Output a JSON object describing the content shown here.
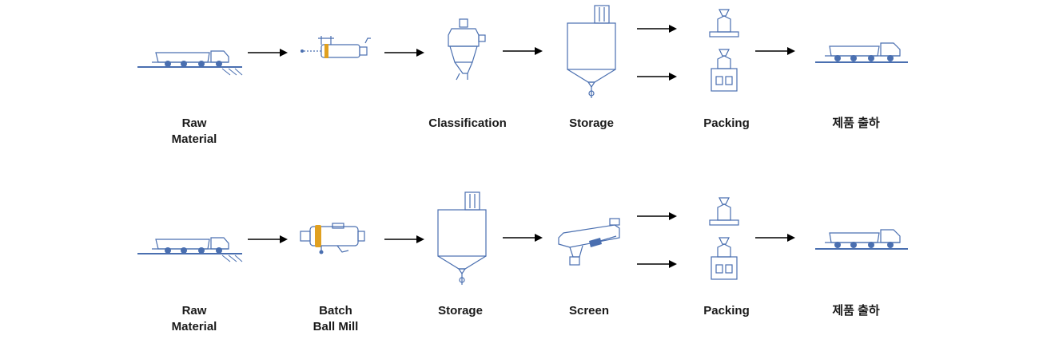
{
  "colors": {
    "equipment": "#4a6fb0",
    "arrow": "#000000",
    "text": "#1a1a1a",
    "accent": "#e0a020"
  },
  "rows": [
    {
      "labels": {
        "truck_in": "Raw\nMaterial",
        "mill": "",
        "classifier": "Classification",
        "storage": "Storage",
        "packing": "Packing",
        "truck_out": "제품 출하"
      }
    },
    {
      "labels": {
        "truck_in": "Raw\nMaterial",
        "mill": "Batch\nBall Mill",
        "storage": "Storage",
        "screen": "Screen",
        "packing": "Packing",
        "truck_out": "제품 출하"
      }
    }
  ],
  "icons": [
    "truck-icon",
    "pulverizer-icon",
    "classifier-icon",
    "silo-icon",
    "bag-packer-icon",
    "ball-mill-icon",
    "vibrating-screen-icon"
  ]
}
